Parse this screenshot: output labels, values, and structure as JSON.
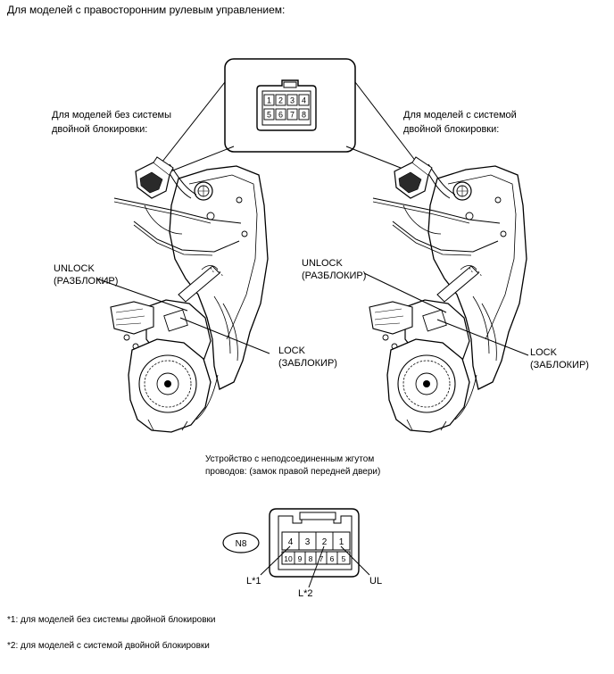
{
  "header": {
    "title": "Для моделей с правосторонним рулевым управлением:"
  },
  "left_variant": {
    "label_line1": "Для моделей без системы",
    "label_line2": "двойной блокировки:",
    "unlock_line1": "UNLOCK",
    "unlock_line2": "(РАЗБЛОКИР)",
    "lock_line1": "LOCK",
    "lock_line2": "(ЗАБЛОКИР)"
  },
  "right_variant": {
    "label_line1": "Для моделей с системой",
    "label_line2": "двойной блокировки:",
    "unlock_line1": "UNLOCK",
    "unlock_line2": "(РАЗБЛОКИР)",
    "lock_line1": "LOCK",
    "lock_line2": "(ЗАБЛОКИР)"
  },
  "top_connector": {
    "pins_top": [
      "1",
      "2",
      "3",
      "4"
    ],
    "pins_bottom": [
      "5",
      "6",
      "7",
      "8"
    ]
  },
  "bottom_connector": {
    "caption_line1": "Устройство с неподсоединенным жгутом",
    "caption_line2": "проводов: (замок правой передней двери)",
    "badge": "N8",
    "pins_top": [
      "4",
      "3",
      "2",
      "1"
    ],
    "pins_bottom": [
      "10",
      "9",
      "8",
      "7",
      "6",
      "5"
    ],
    "label_l1": "L*1",
    "label_l2": "L*2",
    "label_ul": "UL"
  },
  "footnotes": {
    "note1": "*1: для моделей без системы двойной блокировки",
    "note2": "*2: для моделей с системой двойной блокировки"
  }
}
